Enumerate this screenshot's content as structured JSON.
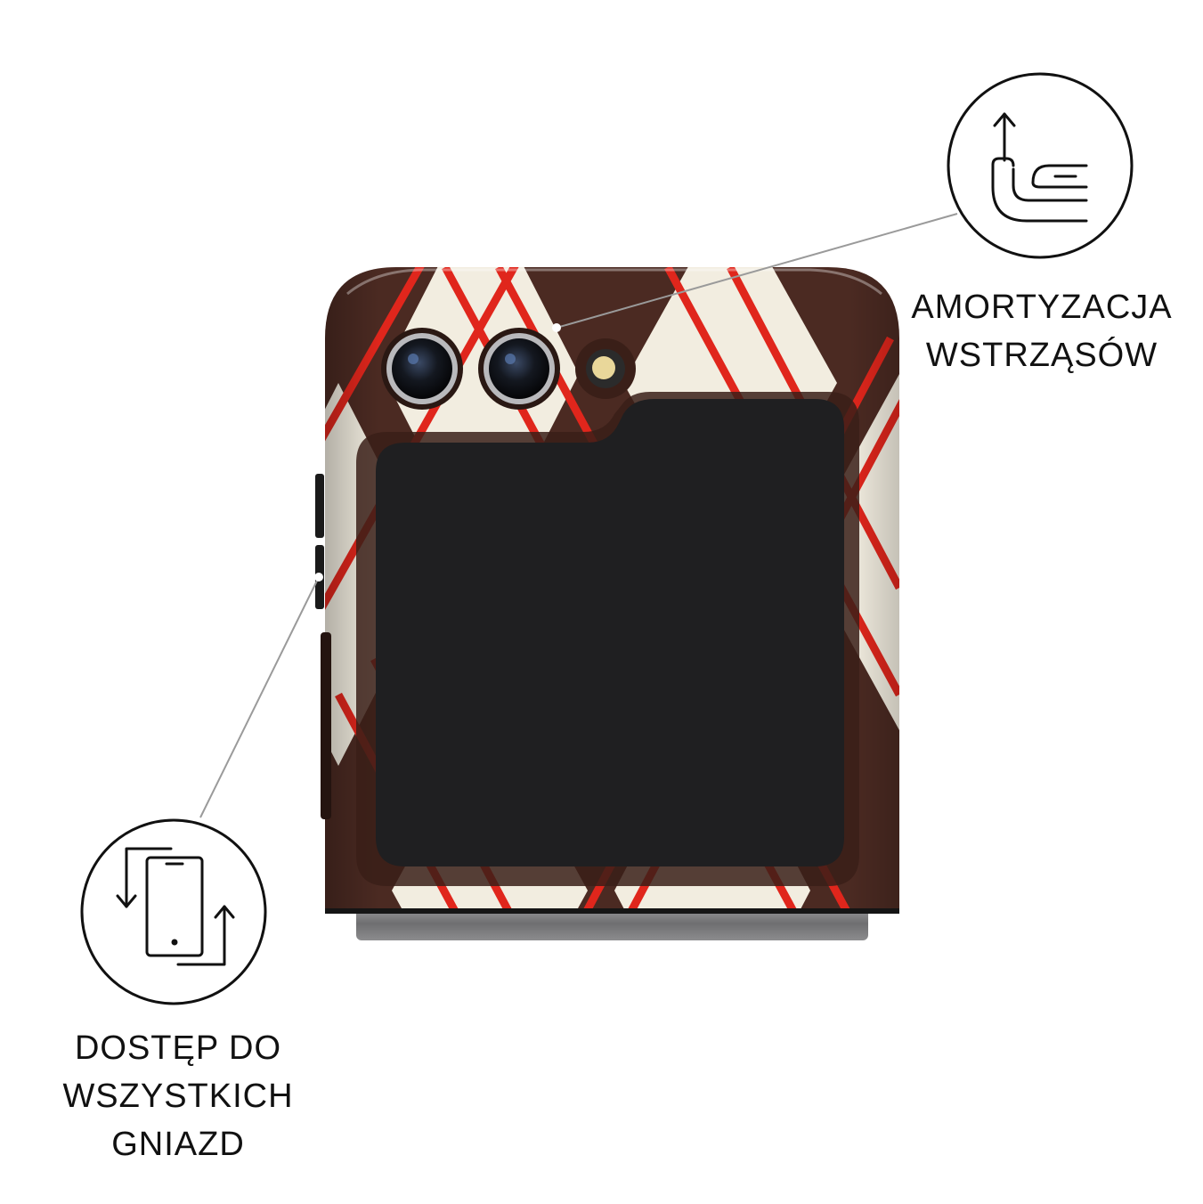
{
  "features": [
    {
      "name": "shock-absorption",
      "icon": "shock-absorption-icon",
      "label_lines": [
        "AMORTYZACJA",
        "WSTRZĄSÓW"
      ]
    },
    {
      "name": "port-access",
      "icon": "port-access-icon",
      "label_lines": [
        "DOSTĘP DO",
        "WSZYSTKICH",
        "GNIAZD"
      ]
    }
  ],
  "product": {
    "pattern": "argyle",
    "colors": {
      "case_base": "#4b2a22",
      "diamond": "#f2ede0",
      "stripe": "#e0261c",
      "cover_screen": "#1f1f21",
      "hinge": "#7a7a7c"
    }
  }
}
